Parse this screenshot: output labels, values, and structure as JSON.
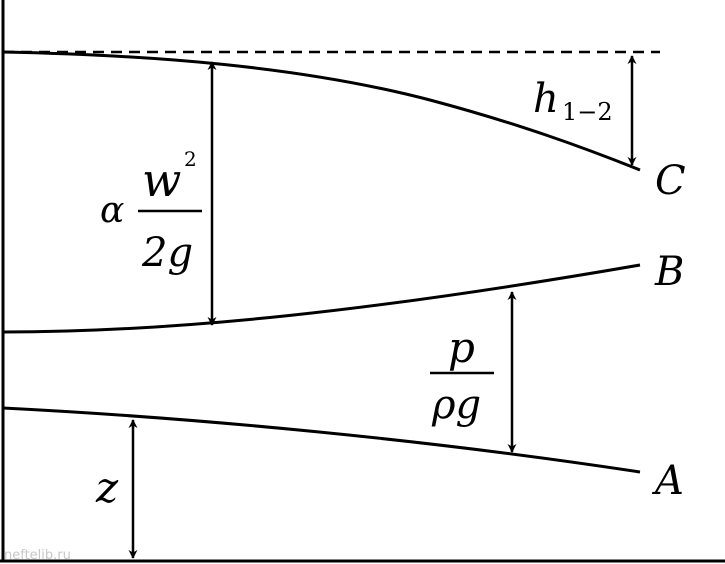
{
  "labels": {
    "C": "C",
    "B": "B",
    "A": "A",
    "h": "h",
    "h_sub": "1−2",
    "alpha": "α",
    "w": "w",
    "w_exp": "2",
    "two_g": "2g",
    "p": "p",
    "rho_g": "ρg",
    "z": "z"
  },
  "watermark": "neftelib.ru"
}
